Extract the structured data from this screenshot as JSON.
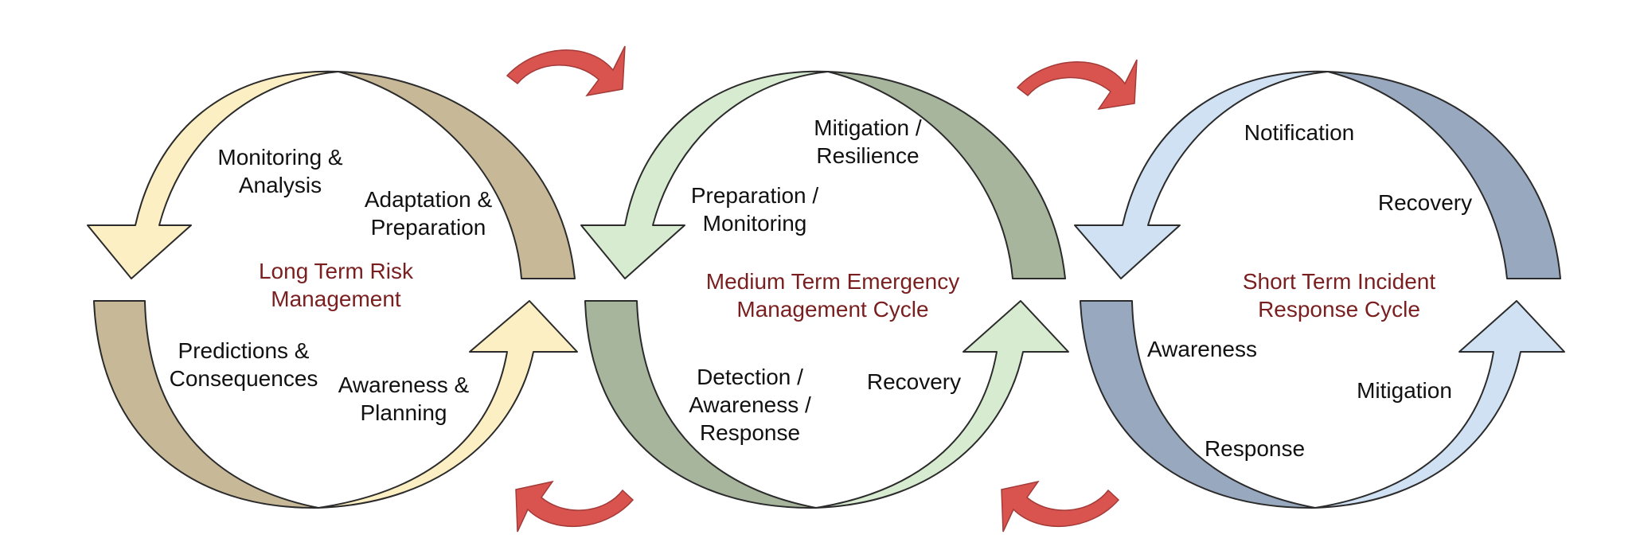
{
  "colors": {
    "outline": "#2b2b2b",
    "transfer_arrow": "#d9534f",
    "center_text": "#7a1f1f",
    "stage_text": "#111111"
  },
  "cycles": [
    {
      "center_lines": [
        "Long Term Risk",
        "Management"
      ],
      "top_left_fill": "#fdefc4",
      "top_right_fill": "#c7b998",
      "stages": {
        "top_left": [
          "Monitoring &",
          "Analysis"
        ],
        "top_right": [
          "Adaptation &",
          "Preparation"
        ],
        "bottom_left": [
          "Predictions &",
          "Consequences"
        ],
        "bottom_right": [
          "Awareness &",
          "Planning"
        ]
      }
    },
    {
      "center_lines": [
        "Medium Term Emergency",
        "Management Cycle"
      ],
      "top_left_fill": "#d7ebd1",
      "top_right_fill": "#a6b59c",
      "stages": {
        "top_left": [
          "Preparation /",
          "Monitoring"
        ],
        "top_right": [
          "Mitigation /",
          "Resilience"
        ],
        "bottom_left": [
          "Detection /",
          "Awareness /",
          "Response"
        ],
        "bottom_right": [
          "Recovery"
        ]
      }
    },
    {
      "center_lines": [
        "Short Term Incident",
        "Response Cycle"
      ],
      "top_left_fill": "#cfe1f3",
      "top_right_fill": "#98a9bf",
      "stages": {
        "top_left": [
          "Notification"
        ],
        "top_right": [
          "Recovery"
        ],
        "bottom_left": [
          "Awareness"
        ],
        "bottom_right": [
          "Mitigation"
        ],
        "bottom_center": [
          "Response"
        ]
      }
    }
  ]
}
